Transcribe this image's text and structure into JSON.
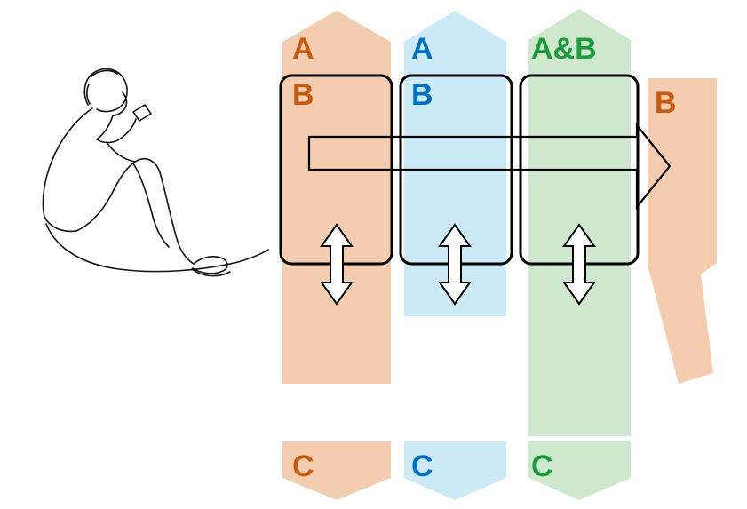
{
  "diagram": {
    "columns": [
      {
        "top_label": "A",
        "box_label": "B",
        "bottom_label": "C",
        "band_color": "#f4ccb0",
        "label_color": "#c55a11"
      },
      {
        "top_label": "A",
        "box_label": "B",
        "bottom_label": "C",
        "band_color": "#cbe9f7",
        "label_color": "#0070c0"
      },
      {
        "top_label": "A&B",
        "bottom_label": "C",
        "band_color": "#cee8cd",
        "label_color": "#1f9a3c"
      }
    ],
    "output_band": {
      "label": "B",
      "band_color": "#f4ccb0",
      "label_color": "#c55a11"
    }
  }
}
